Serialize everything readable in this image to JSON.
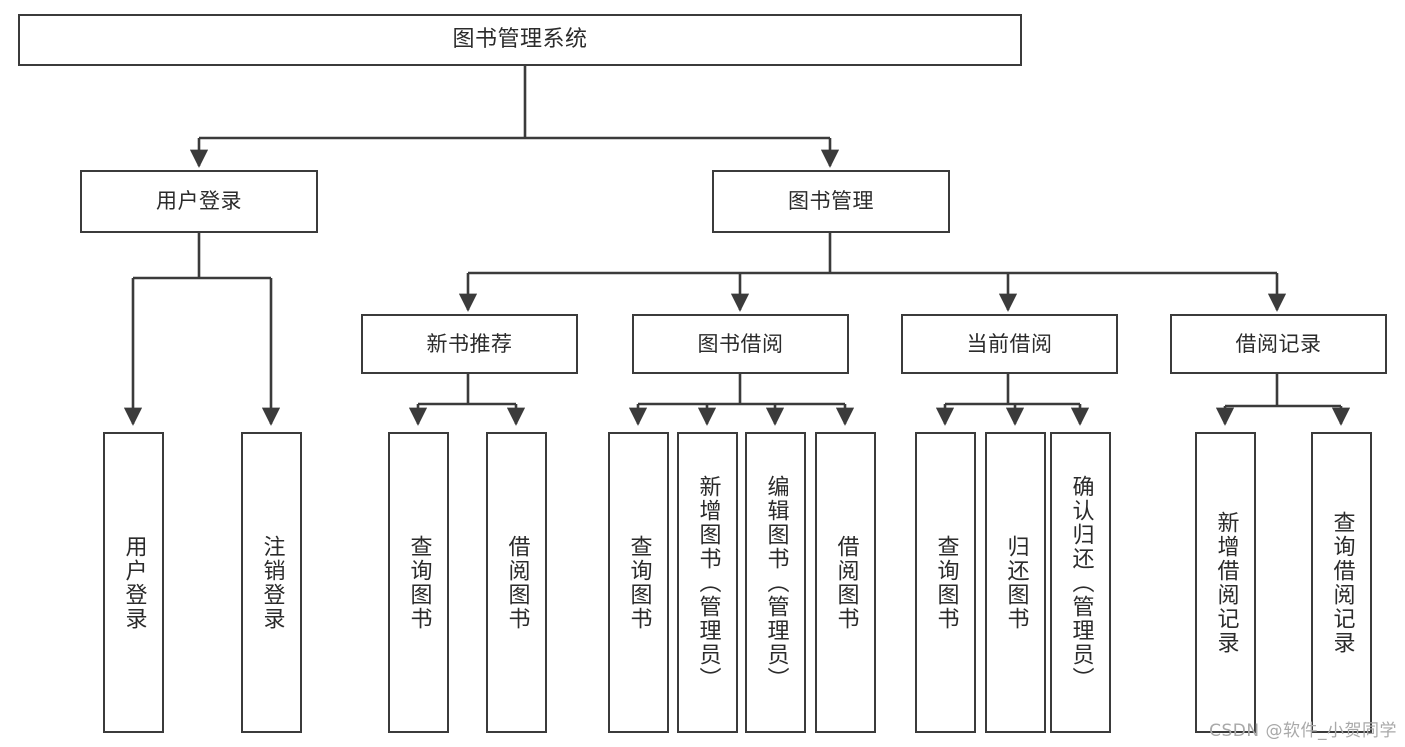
{
  "diagram": {
    "type": "tree",
    "title": "图书管理系统",
    "root": {
      "label": "图书管理系统"
    },
    "level1": [
      {
        "label": "用户登录"
      },
      {
        "label": "图书管理"
      }
    ],
    "level2": [
      {
        "label": "新书推荐"
      },
      {
        "label": "图书借阅"
      },
      {
        "label": "当前借阅"
      },
      {
        "label": "借阅记录"
      }
    ],
    "leaves": {
      "user_login": [
        {
          "label": "用户登录"
        },
        {
          "label": "注销登录"
        }
      ],
      "new_book_recommend": [
        {
          "label": "查询图书"
        },
        {
          "label": "借阅图书"
        }
      ],
      "book_borrow": [
        {
          "label": "查询图书"
        },
        {
          "label": "新增图书（管理员）"
        },
        {
          "label": "编辑图书（管理员）"
        },
        {
          "label": "借阅图书"
        }
      ],
      "current_borrow": [
        {
          "label": "查询图书"
        },
        {
          "label": "归还图书"
        },
        {
          "label": "确认归还（管理员）"
        }
      ],
      "borrow_record": [
        {
          "label": "新增借阅记录"
        },
        {
          "label": "查询借阅记录"
        }
      ]
    }
  },
  "watermark": {
    "text": "CSDN @软件_小贺同学"
  },
  "colors": {
    "stroke": "#3b3b3b",
    "text": "#2b2b2b",
    "background": "#ffffff",
    "watermark": "#a9a9a9"
  }
}
